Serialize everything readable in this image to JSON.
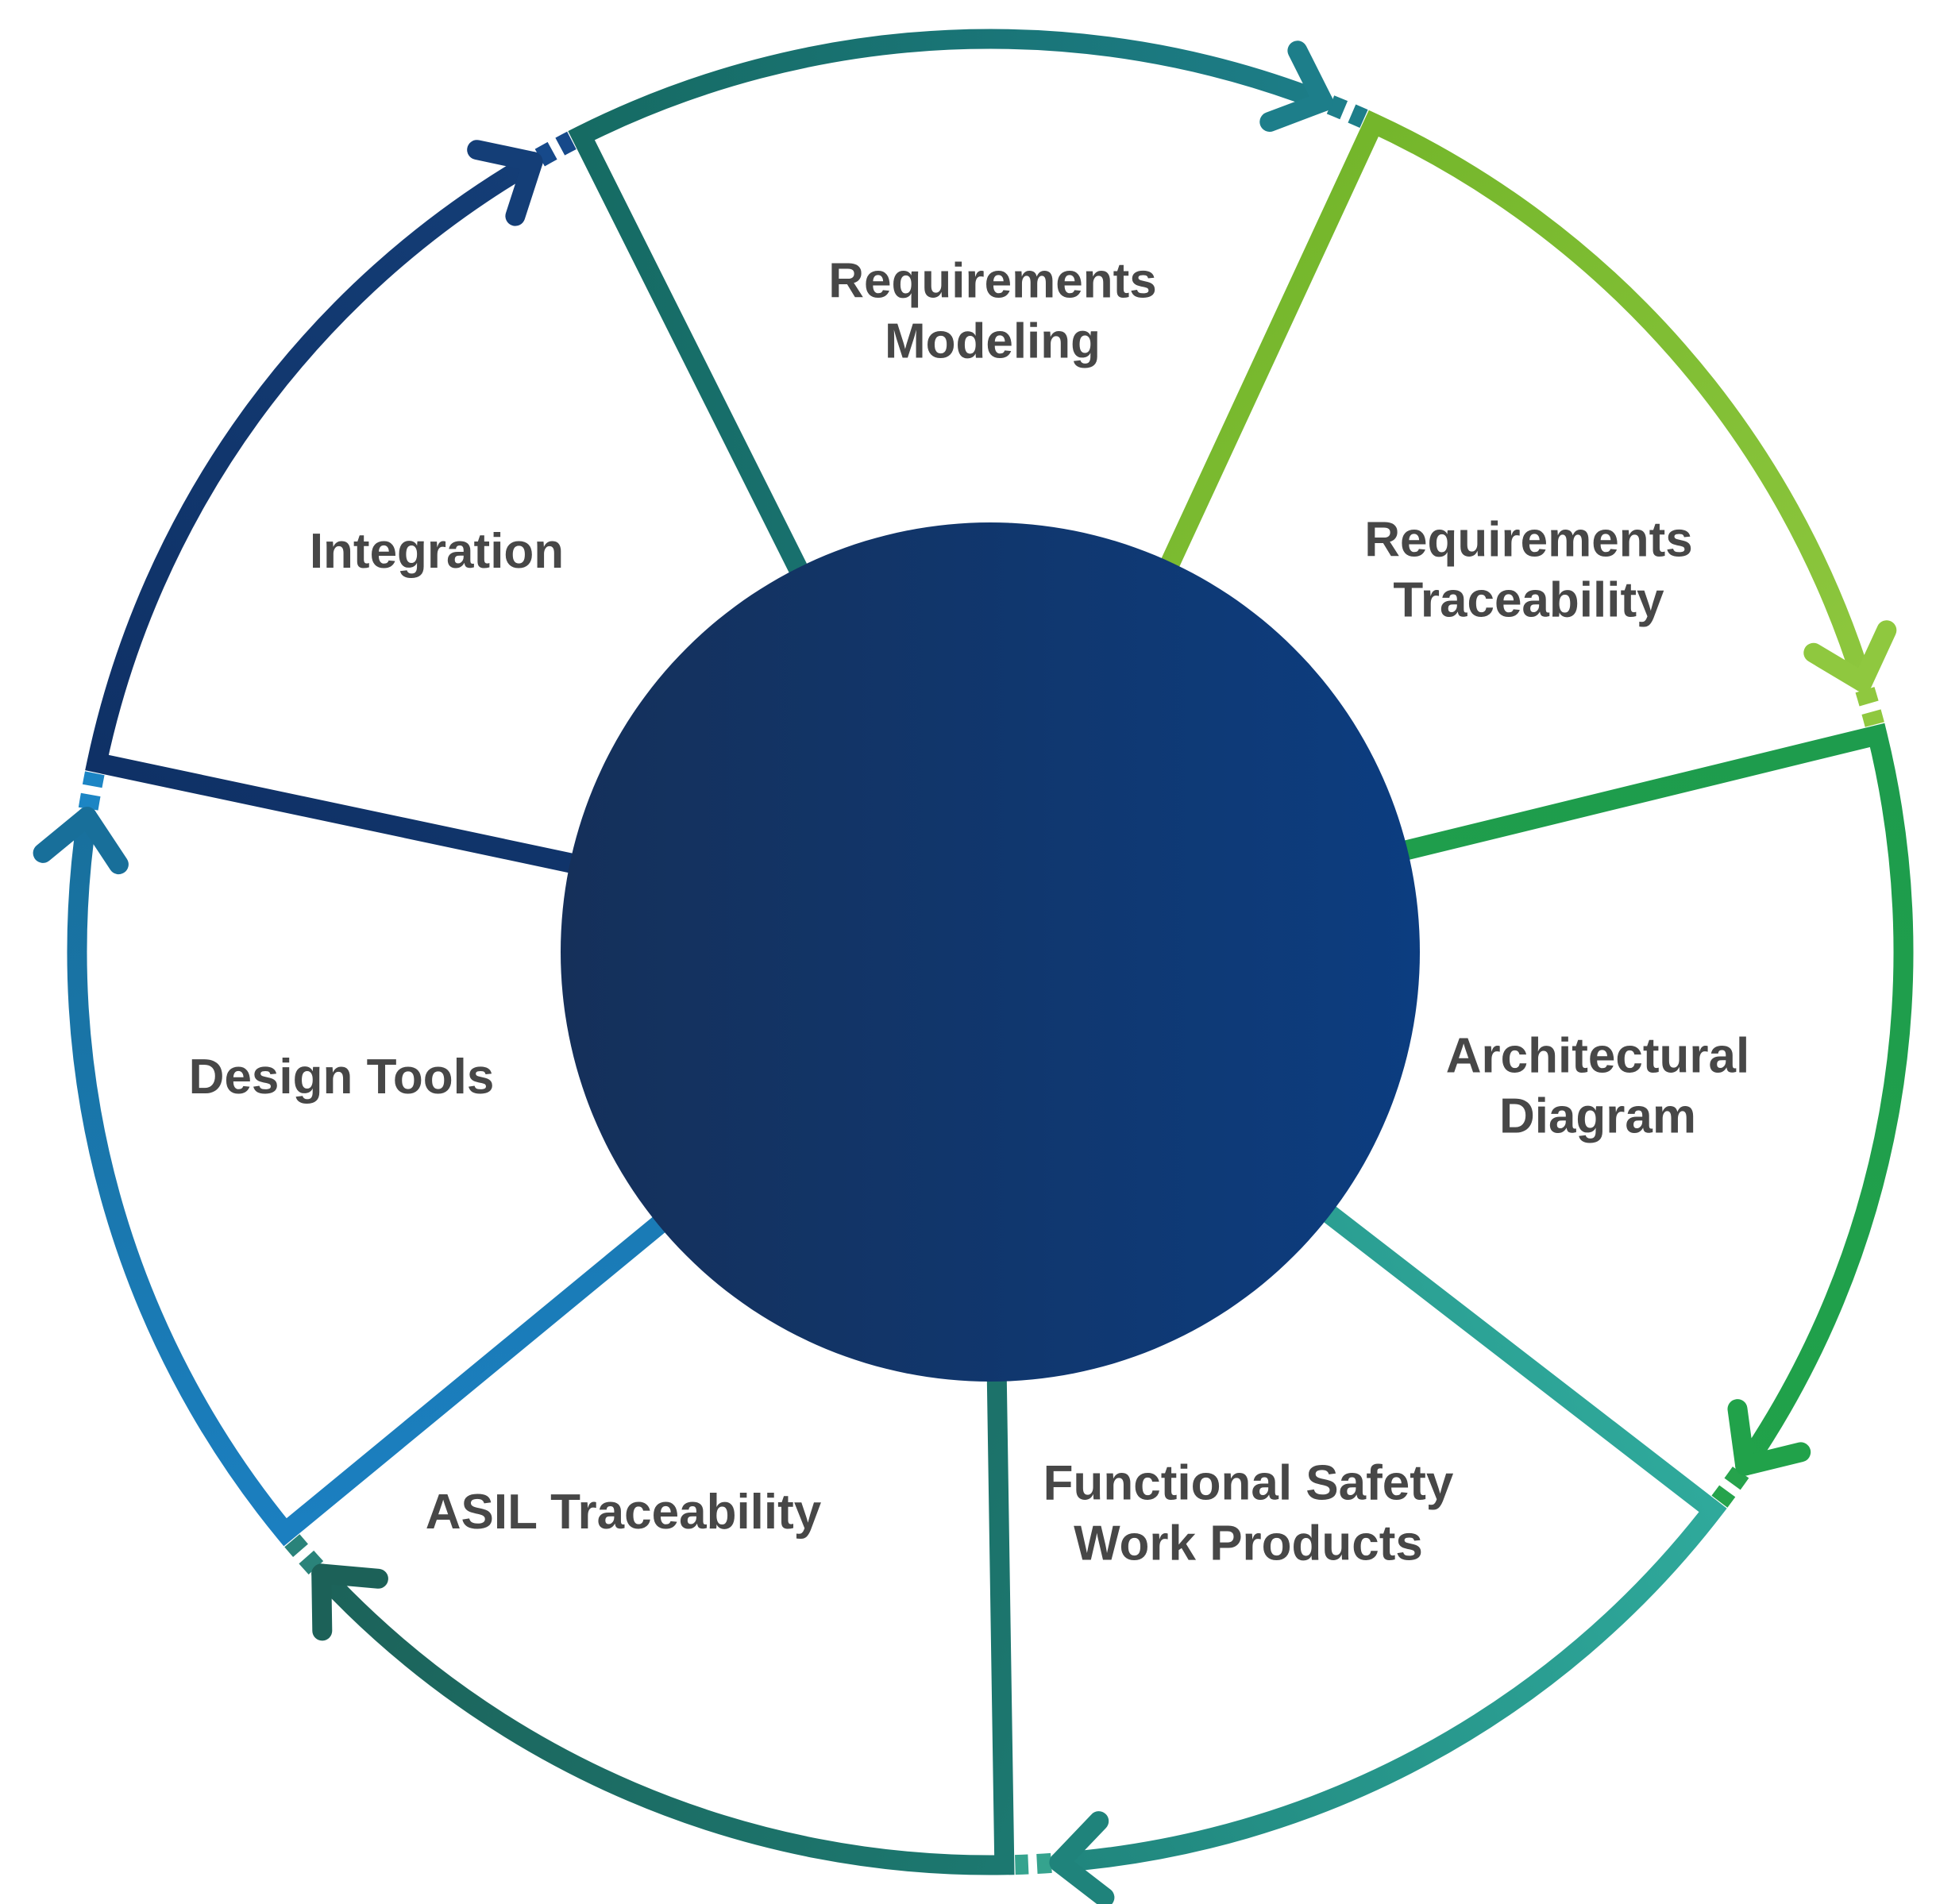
{
  "diagram": {
    "type": "circular-cycle",
    "text_color": "#474747",
    "background_color": "#ffffff",
    "center_circle": {
      "color_left": "#15305A",
      "color_right": "#0C3D80"
    },
    "segments": [
      {
        "id": "requirements-modeling",
        "label": "Requirements\nModeling",
        "color_start": "#166B63",
        "color_end": "#1D7E8A",
        "dash_color": "#1D7E8A"
      },
      {
        "id": "requirements-traceability",
        "label": "Requirements\nTraceability",
        "color_start": "#74B62B",
        "color_end": "#8FC83F",
        "dash_color": "#8FC83F"
      },
      {
        "id": "architectural-diagram",
        "label": "Architectural\nDiagram",
        "color_start": "#1E9C4D",
        "color_end": "#21A24A",
        "dash_color": "#26A34C"
      },
      {
        "id": "functional-safety-work-products",
        "label": "Functional Safety\nWork Products",
        "color_start": "#2FA99B",
        "color_end": "#1F837B",
        "dash_color": "#35A38E"
      },
      {
        "id": "asil-traceability",
        "label": "ASIL Traceability",
        "color_start": "#1C7870",
        "color_end": "#1C6158",
        "dash_color": "#2A837A"
      },
      {
        "id": "design-tools",
        "label": "Design Tools",
        "color_start": "#1B7FC0",
        "color_end": "#186F9A",
        "dash_color": "#1C85C4"
      },
      {
        "id": "integration",
        "label": "Integration",
        "color_start": "#0F3166",
        "color_end": "#143E77",
        "dash_color": "#16498A"
      }
    ]
  }
}
